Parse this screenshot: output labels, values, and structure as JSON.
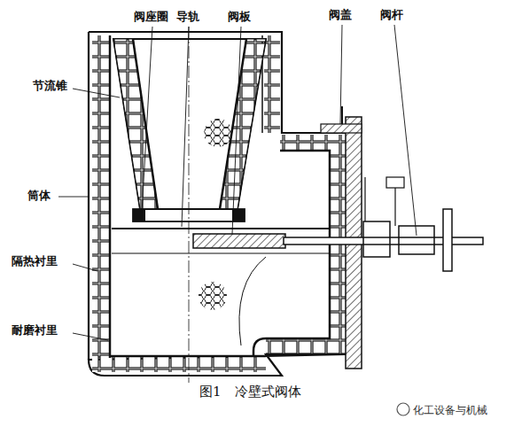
{
  "diagram": {
    "caption": "图1　冷壁式阀体",
    "labels": [
      "阀座圈",
      "导轨",
      "阀板",
      "阀盖",
      "阀杆",
      "节流锥",
      "筒体",
      "隔热衬里",
      "耐磨衬里",
      "化工设备与机械"
    ]
  }
}
